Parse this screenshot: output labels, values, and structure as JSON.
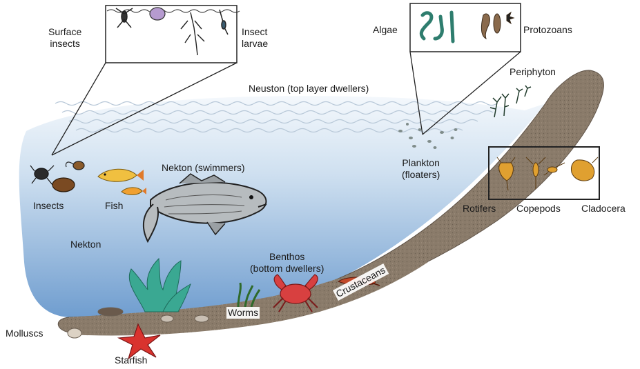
{
  "labels": {
    "surface_insects": [
      "Surface",
      "insects"
    ],
    "insect_larvae": [
      "Insect",
      "larvae"
    ],
    "algae": "Algae",
    "protozoans": "Protozoans",
    "periphyton": "Periphyton",
    "neuston": "Neuston (top layer dwellers)",
    "plankton": [
      "Plankton",
      "(floaters)"
    ],
    "nekton_swimmers": "Nekton (swimmers)",
    "insects": "Insects",
    "fish": "Fish",
    "nekton": "Nekton",
    "rotifers": "Rotifers",
    "copepods": "Copepods",
    "cladocera": "Cladocera",
    "benthos": [
      "Benthos",
      "(bottom dwellers)"
    ],
    "worms": "Worms",
    "crustaceans": "Crustaceans",
    "molluscs": "Molluscs",
    "starfish": "Starfish"
  },
  "colors": {
    "water_top": "#eef5fb",
    "water_bottom": "#7fa9d6",
    "sediment": "#8c7d6c",
    "sediment_dark": "#5e5247",
    "plant_green": "#3aa892",
    "crab_red": "#d84040",
    "starfish_red": "#d9332e",
    "fish_yellow": "#f0c040",
    "fish_orange": "#e07a2a"
  }
}
